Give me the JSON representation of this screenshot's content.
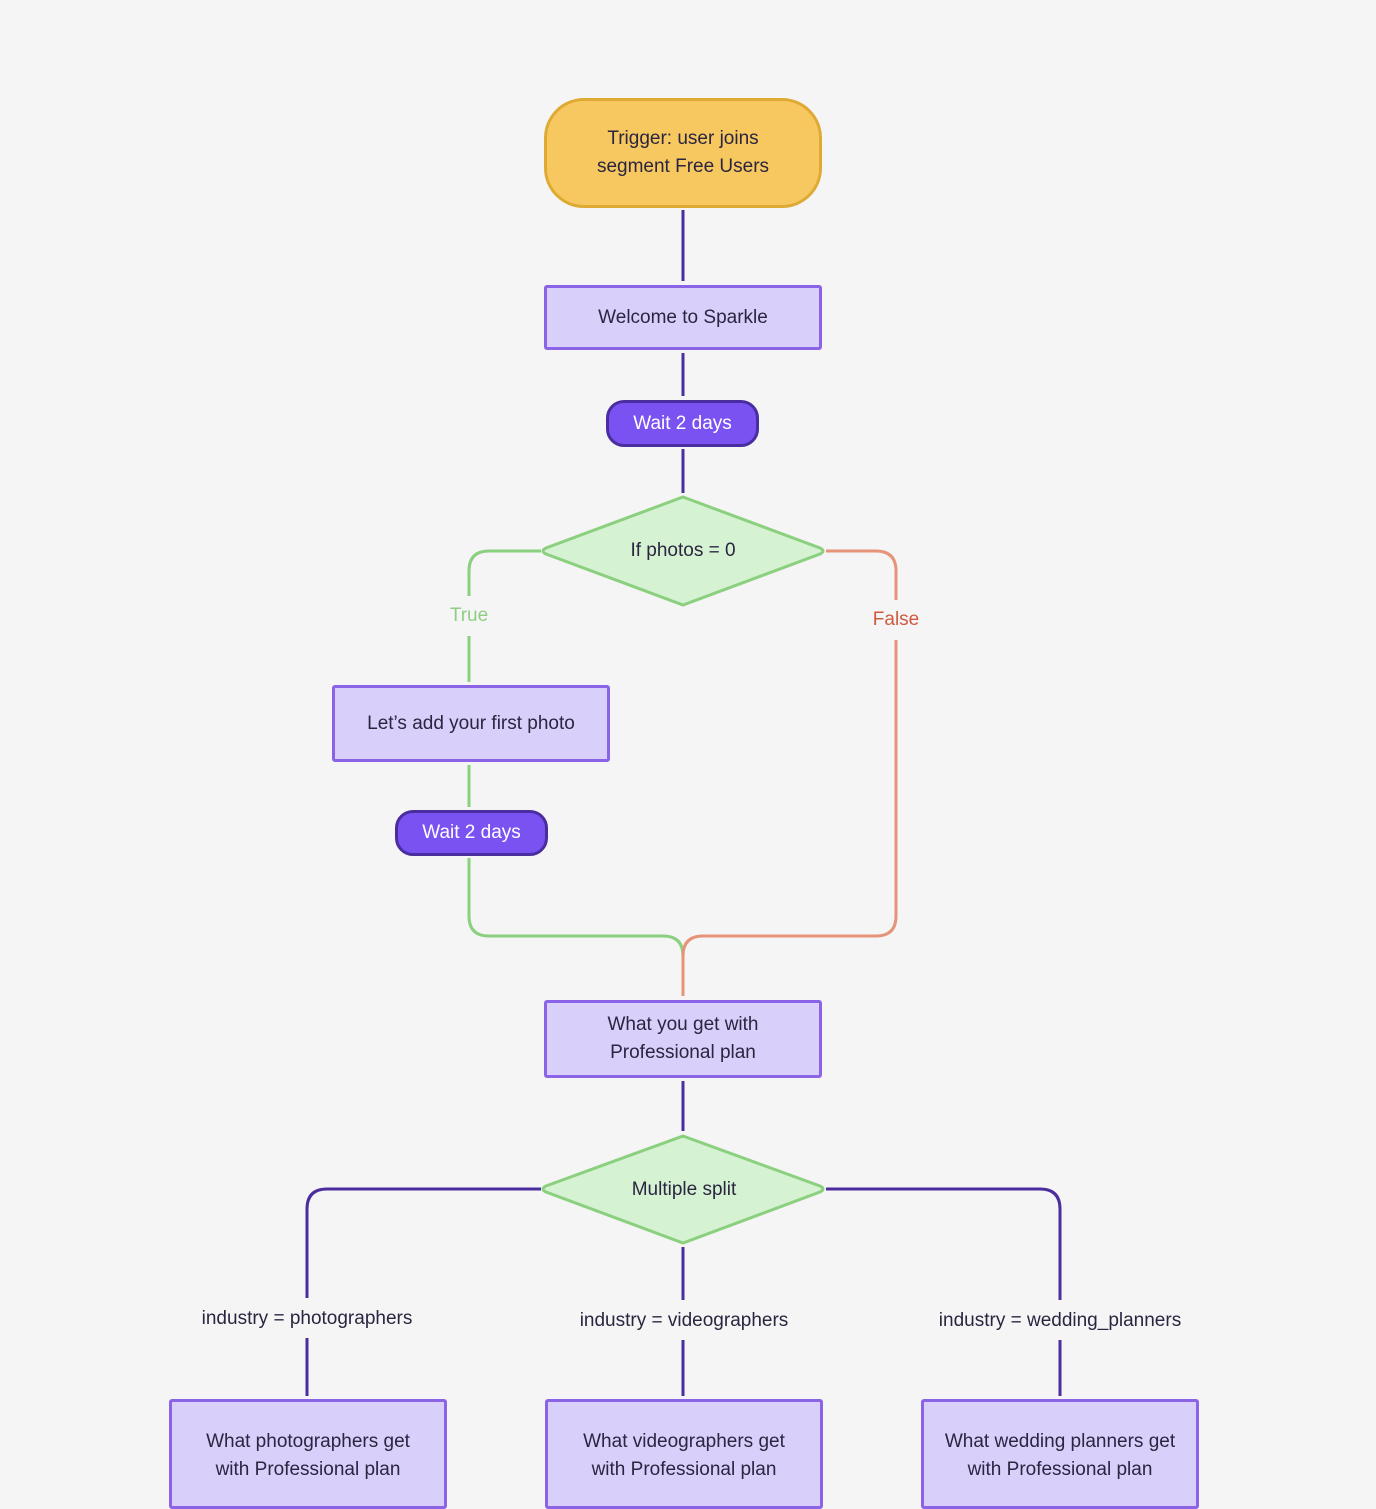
{
  "diagram": {
    "trigger": {
      "label_line1": "Trigger: user joins",
      "label_line2": "segment Free Users"
    },
    "welcome_email": {
      "label": "Welcome to Sparkle"
    },
    "wait_1": {
      "label": "Wait 2 days"
    },
    "condition_photos": {
      "label": "If photos = 0",
      "true_label": "True",
      "false_label": "False"
    },
    "first_photo_email": {
      "label": "Let’s add your first photo"
    },
    "wait_2": {
      "label": "Wait 2 days"
    },
    "professional_email": {
      "label_line1": "What you get with",
      "label_line2": "Professional plan"
    },
    "multiple_split": {
      "label": "Multiple split",
      "branches": [
        {
          "condition": "industry = photographers",
          "email_line1": "What photographers get",
          "email_line2": "with Professional plan"
        },
        {
          "condition": "industry = videographers",
          "email_line1": "What videographers get",
          "email_line2": "with Professional plan"
        },
        {
          "condition": "industry = wedding_planners",
          "email_line1": "What wedding planners get",
          "email_line2": "with Professional plan"
        }
      ]
    }
  },
  "colors": {
    "background": "#f5f5f5",
    "trigger_fill": "#f6c85f",
    "trigger_border": "#deaa34",
    "email_fill": "#d9cffb",
    "email_border": "#8b63e6",
    "wait_fill": "#7b52f2",
    "wait_border": "#4a2d9e",
    "condition_fill": "#d5f2d3",
    "condition_border": "#8bd07e",
    "connector": "#4b2d9e",
    "true_path": "#8bd07e",
    "false_path": "#e59479",
    "false_label": "#cf5a3f"
  }
}
